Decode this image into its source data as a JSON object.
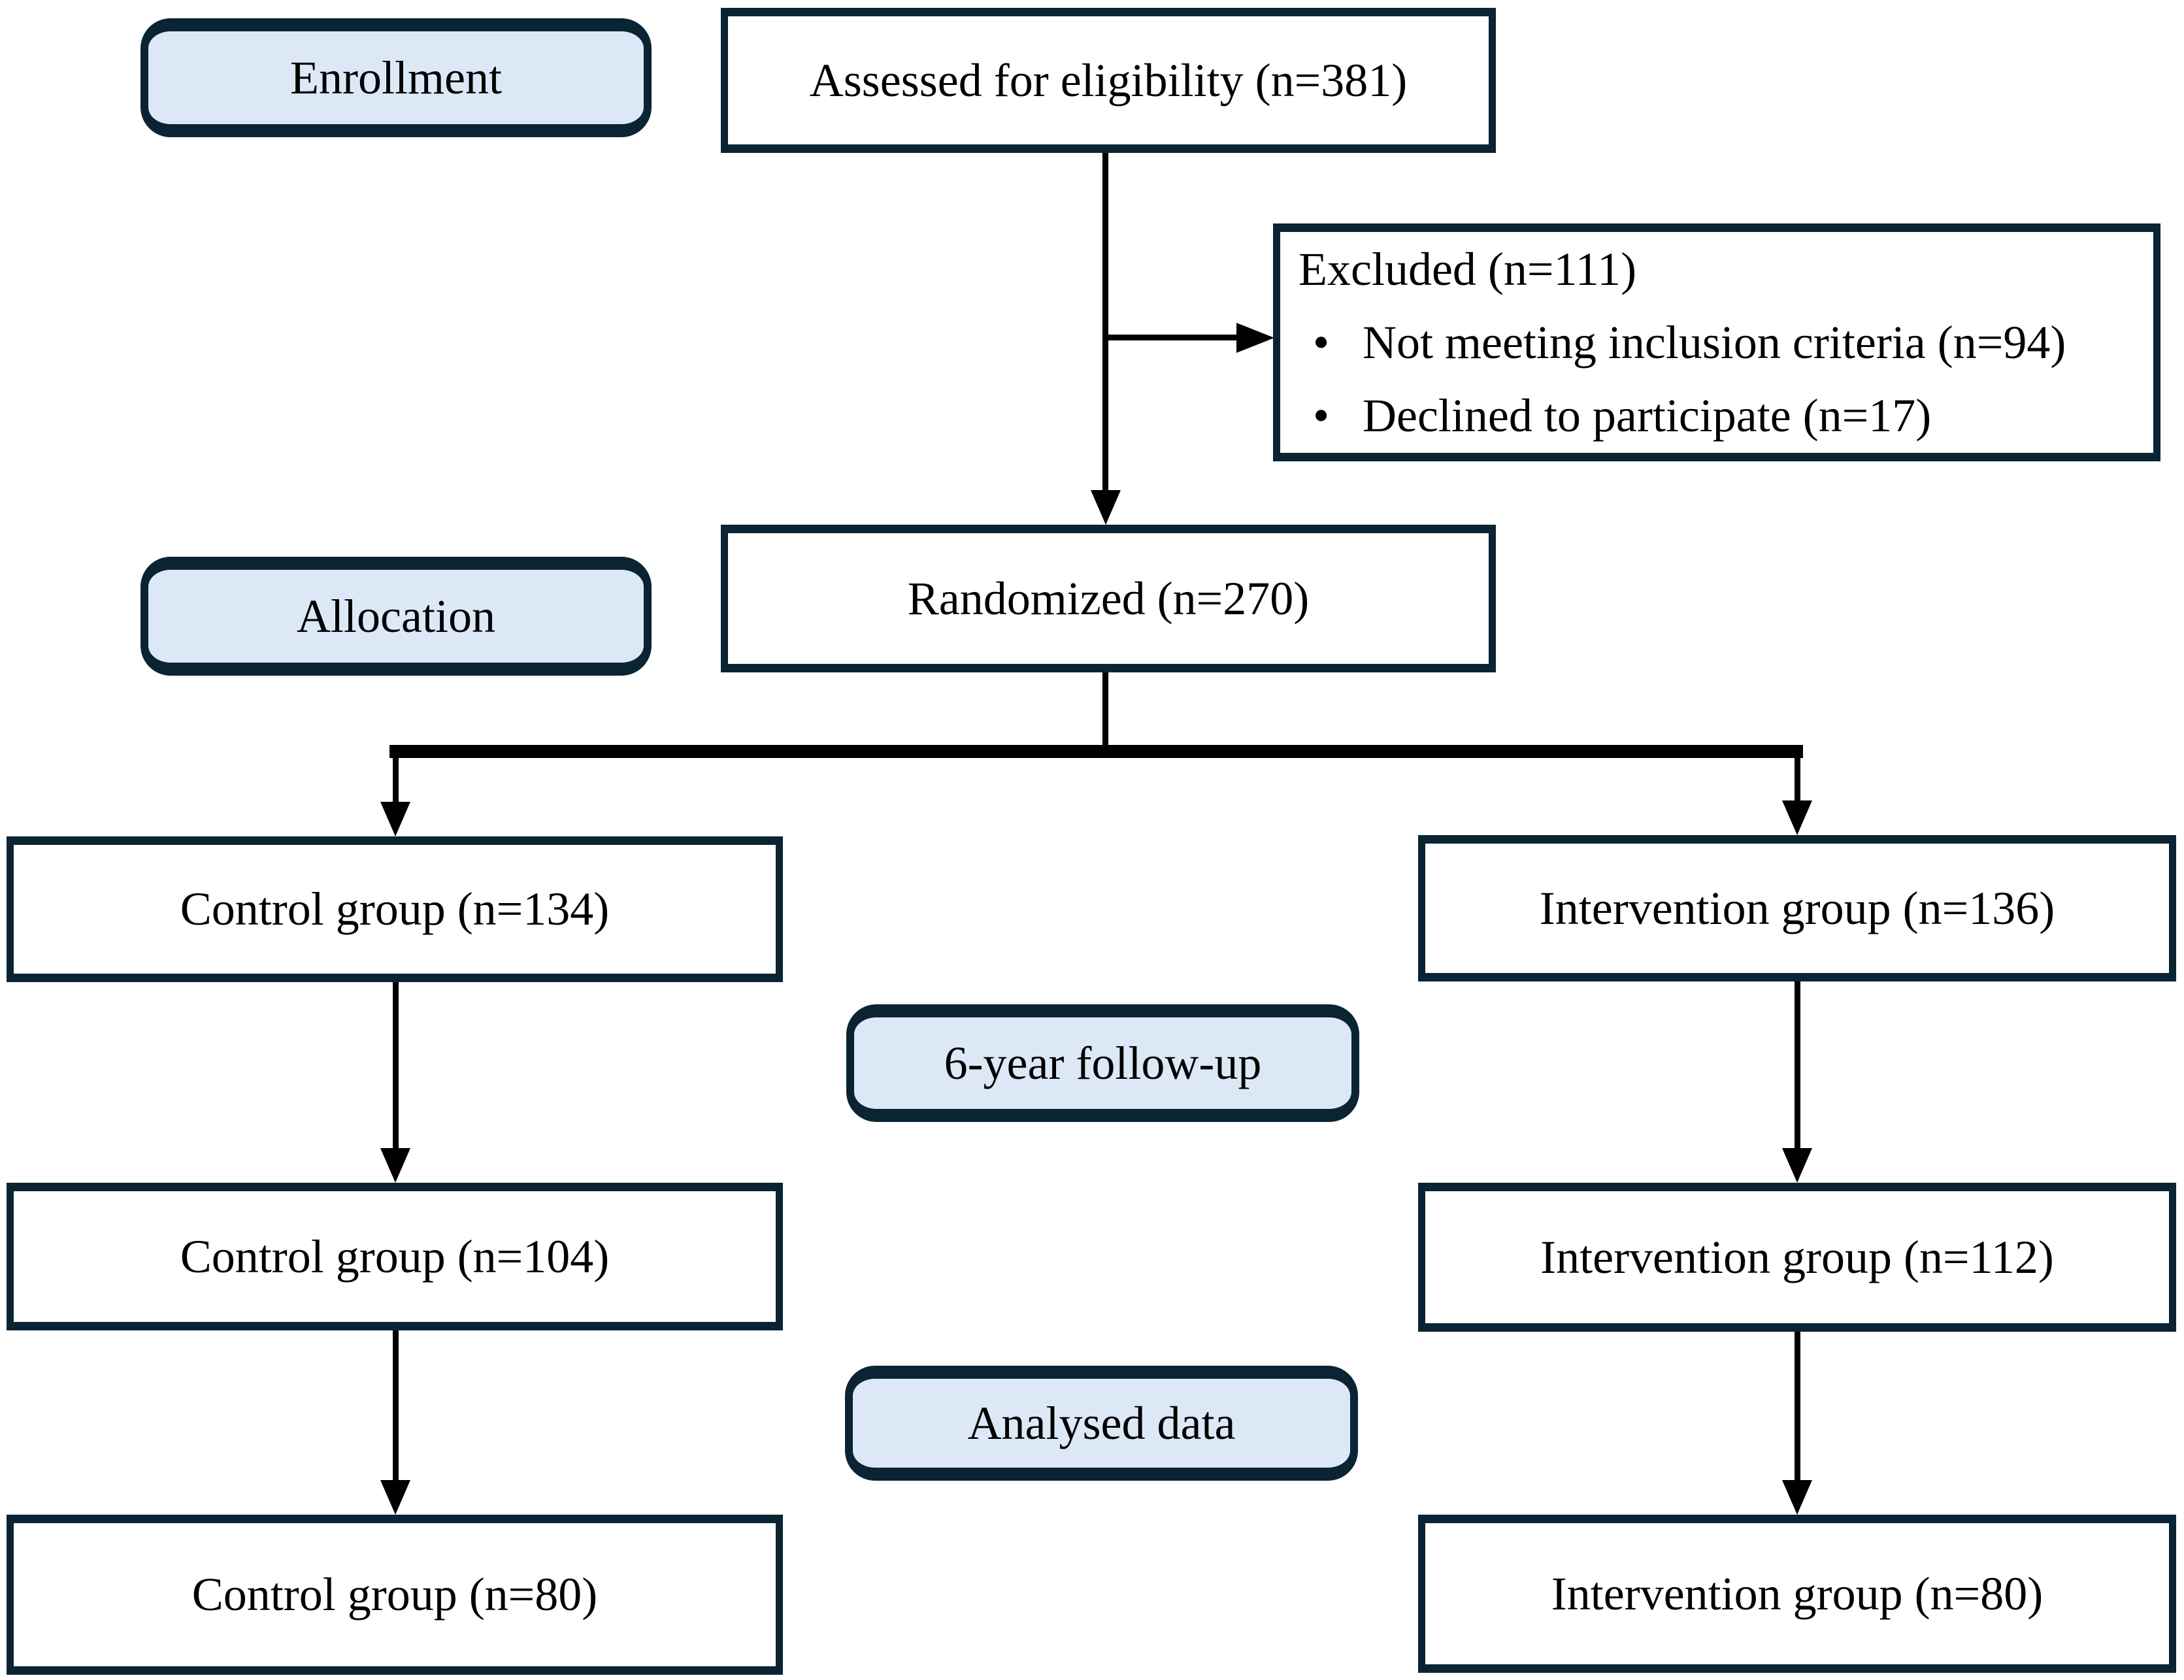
{
  "palette": {
    "stage_fill": "#dce8f6",
    "box_border": "#0a2433",
    "arrow": "#000000",
    "canvas_bg": "#ffffff",
    "text": "#000000"
  },
  "stages": [
    {
      "id": "enrollment",
      "label": "Enrollment"
    },
    {
      "id": "allocation",
      "label": "Allocation"
    },
    {
      "id": "followup",
      "label": "6-year follow-up"
    },
    {
      "id": "analysed",
      "label": "Analysed data"
    }
  ],
  "nodes": {
    "assessed": {
      "label": "Assessed for eligibility (n=381)"
    },
    "excluded": {
      "title": "Excluded (n=111)",
      "bullet": "•",
      "items": [
        "Not meeting inclusion criteria (n=94)",
        "Declined to participate (n=17)"
      ]
    },
    "randomized": {
      "label": "Randomized (n=270)"
    },
    "control_allocation": {
      "label": "Control group (n=134)"
    },
    "intervention_allocation": {
      "label": "Intervention group (n=136)"
    },
    "control_followup": {
      "label": "Control group (n=104)"
    },
    "intervention_followup": {
      "label": "Intervention group (n=112)"
    },
    "control_analysed": {
      "label": "Control group (n=80)"
    },
    "intervention_analysed": {
      "label": "Intervention group (n=80)"
    }
  }
}
